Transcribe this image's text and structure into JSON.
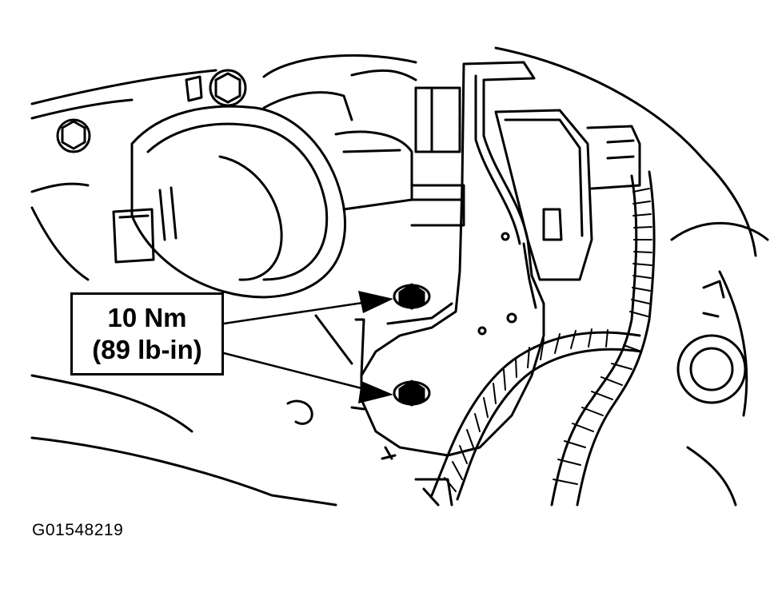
{
  "callout": {
    "torque_metric": "10 Nm",
    "torque_imperial": "(89 lb-in)"
  },
  "figure": {
    "id": "G01548219"
  },
  "colors": {
    "ink": "#000000",
    "paper": "#ffffff"
  }
}
